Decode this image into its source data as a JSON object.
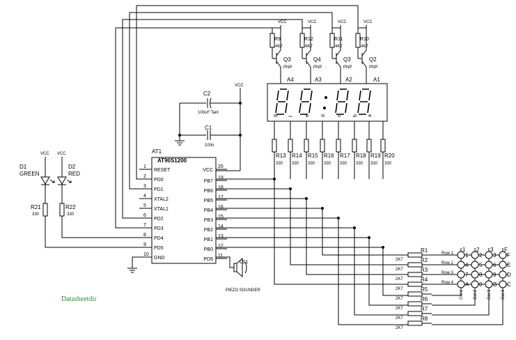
{
  "watermark": "Datasheetdir",
  "mcu": {
    "ref": "AT1",
    "part": "AT90S1200",
    "left_pins": [
      {
        "num": "1",
        "name": "RESET"
      },
      {
        "num": "2",
        "name": "PD0"
      },
      {
        "num": "3",
        "name": "PD1"
      },
      {
        "num": "4",
        "name": "XTAL2"
      },
      {
        "num": "5",
        "name": "XTAL1"
      },
      {
        "num": "6",
        "name": "PD2"
      },
      {
        "num": "7",
        "name": "PD3"
      },
      {
        "num": "8",
        "name": "PD4"
      },
      {
        "num": "9",
        "name": "PD5"
      },
      {
        "num": "10",
        "name": "GND"
      }
    ],
    "right_pins": [
      {
        "num": "20",
        "name": "VCC"
      },
      {
        "num": "19",
        "name": "PB7"
      },
      {
        "num": "18",
        "name": "PB6"
      },
      {
        "num": "17",
        "name": "PB5"
      },
      {
        "num": "16",
        "name": "PB4"
      },
      {
        "num": "15",
        "name": "PB3"
      },
      {
        "num": "14",
        "name": "PB2"
      },
      {
        "num": "13",
        "name": "PB1"
      },
      {
        "num": "12",
        "name": "PB0"
      },
      {
        "num": "11",
        "name": "PD6"
      }
    ]
  },
  "vcc": "VCC",
  "caps": [
    {
      "ref": "C2",
      "value": "100uF Tant"
    },
    {
      "ref": "C1",
      "value": "100n"
    }
  ],
  "leds": [
    {
      "ref": "D1",
      "color": "GREEN"
    },
    {
      "ref": "D2",
      "color": "RED"
    }
  ],
  "led_resistors": [
    {
      "ref": "R21",
      "value": "330"
    },
    {
      "ref": "R22",
      "value": "330"
    }
  ],
  "base_resistors": [
    {
      "ref": "R9",
      "value": "4K7"
    },
    {
      "ref": "R12",
      "value": "4K7"
    },
    {
      "ref": "R11",
      "value": "4K7"
    },
    {
      "ref": "R10",
      "value": "4K7"
    }
  ],
  "transistors": [
    {
      "ref": "Q3",
      "type": "PNP"
    },
    {
      "ref": "Q4",
      "type": "PNP"
    },
    {
      "ref": "Q3",
      "type": "PNP"
    },
    {
      "ref": "Q2",
      "type": "PNP"
    }
  ],
  "digit_labels": [
    "A4",
    "A3",
    "A2",
    "A1"
  ],
  "segment_pins": [
    "g",
    "f",
    "e",
    "d",
    "c",
    "b",
    "a"
  ],
  "segment_resistors": [
    {
      "ref": "R13",
      "value": "330"
    },
    {
      "ref": "R14",
      "value": "330"
    },
    {
      "ref": "R15",
      "value": "330"
    },
    {
      "ref": "R16",
      "value": "330"
    },
    {
      "ref": "R17",
      "value": "330"
    },
    {
      "ref": "R18",
      "value": "330"
    },
    {
      "ref": "R19",
      "value": "330"
    },
    {
      "ref": "R20",
      "value": "330"
    }
  ],
  "keypad_resistors": [
    {
      "ref": "R1",
      "value": "2K7"
    },
    {
      "ref": "R2",
      "value": "2K7"
    },
    {
      "ref": "R3",
      "value": "2K7"
    },
    {
      "ref": "R4",
      "value": "2K7"
    },
    {
      "ref": "R5",
      "value": "2K7"
    },
    {
      "ref": "R6",
      "value": "2K7"
    },
    {
      "ref": "R7",
      "value": "2K7"
    },
    {
      "ref": "R8",
      "value": "2K7"
    }
  ],
  "keypad": {
    "col_headers": [
      "1",
      "2",
      "3",
      "F"
    ],
    "keys": [
      [
        "1",
        "2",
        "3",
        "F"
      ],
      [
        "4",
        "5",
        "6",
        "E"
      ],
      [
        "7",
        "8",
        "9",
        "D"
      ],
      [
        "A",
        "0",
        "B",
        "C"
      ]
    ],
    "row_labels": [
      "Row 1",
      "Row 2",
      "Row 3",
      "Row 4"
    ],
    "col_labels": [
      "Col 1",
      "Col 2",
      "Col 3",
      "Col 4"
    ]
  },
  "speaker": {
    "ref": "LS1",
    "label": "PIEZO SOUNDER"
  }
}
